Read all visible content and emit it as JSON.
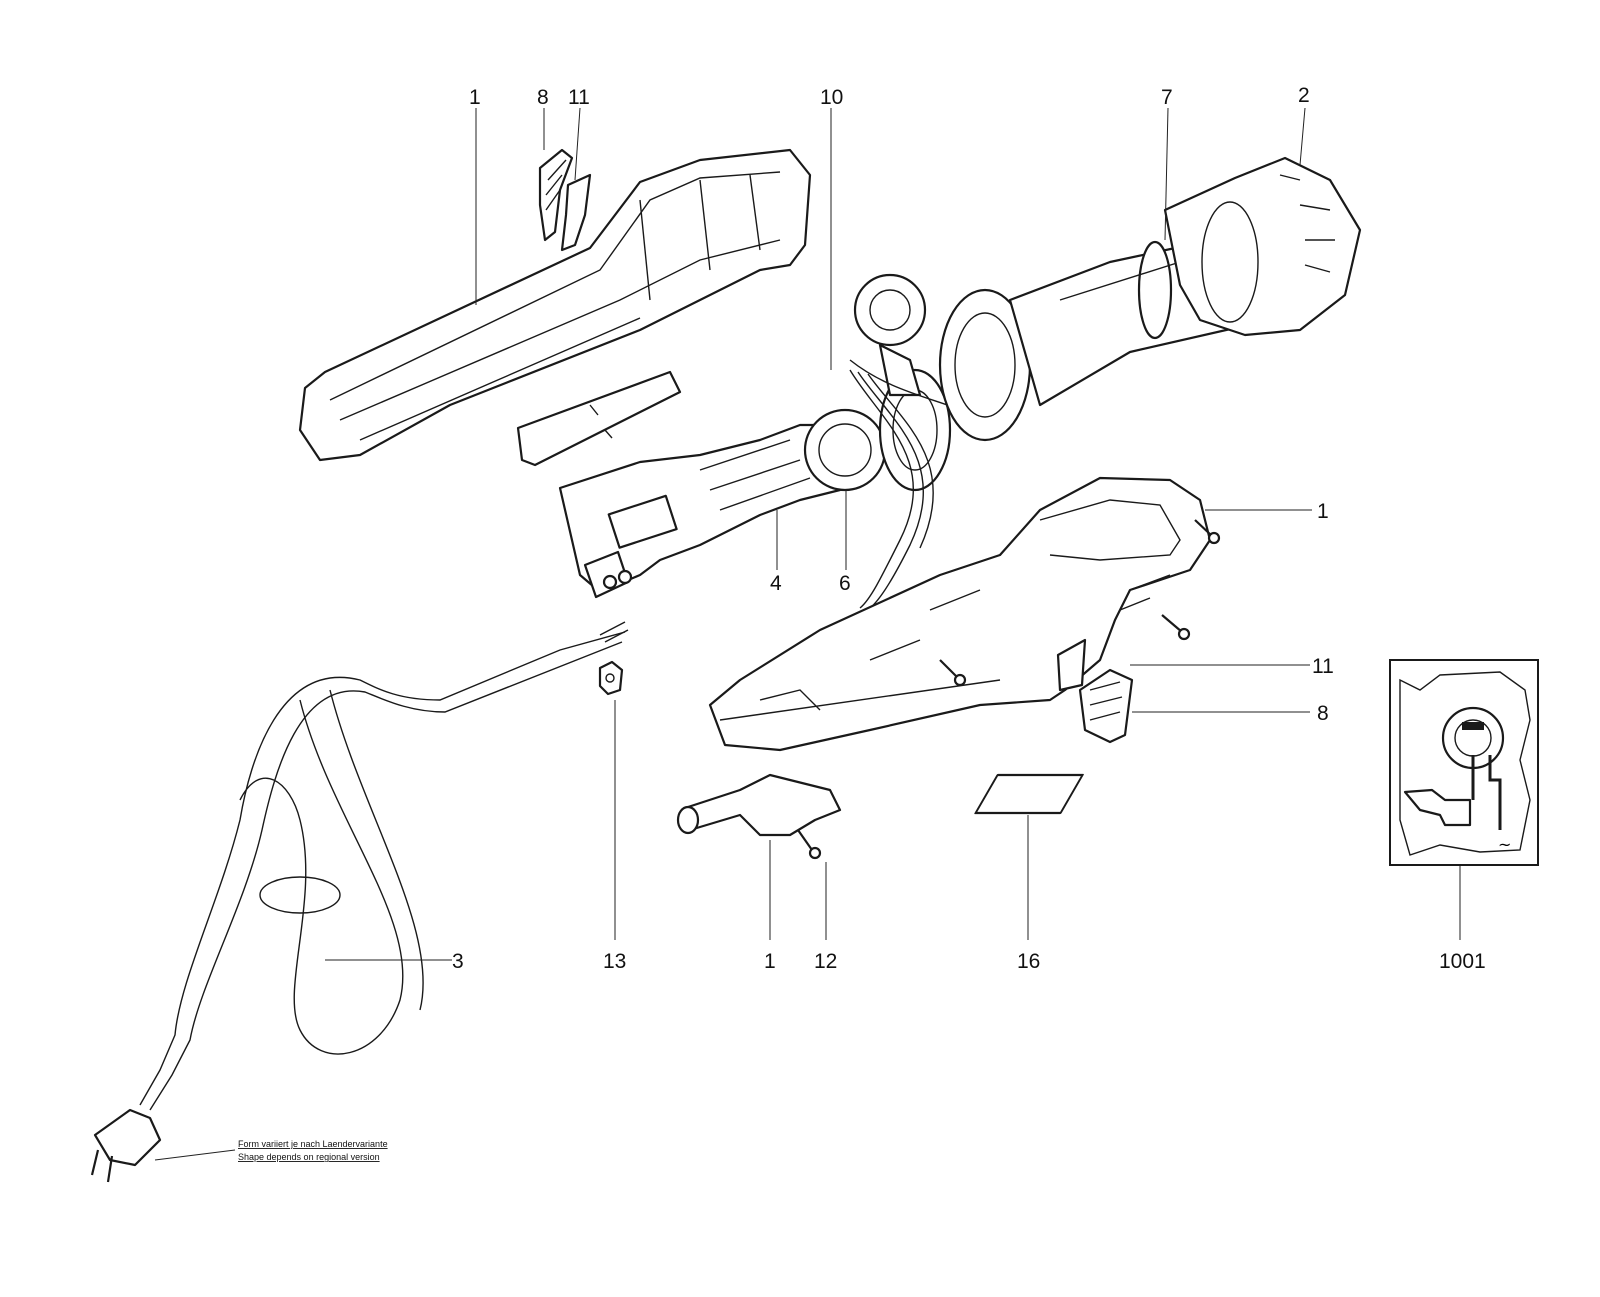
{
  "callouts": {
    "c1_top": "1",
    "c8_top": "8",
    "c11_top": "11",
    "c10": "10",
    "c7": "7",
    "c2": "2",
    "c1_right": "1",
    "c4": "4",
    "c6": "6",
    "c11_right": "11",
    "c8_right": "8",
    "c3": "3",
    "c13": "13",
    "c1_bottom": "1",
    "c12": "12",
    "c16": "16",
    "c1001": "1001"
  },
  "note": {
    "line1": "Form variiert je nach Laendervariante",
    "line2": "Shape depends on regional version"
  }
}
